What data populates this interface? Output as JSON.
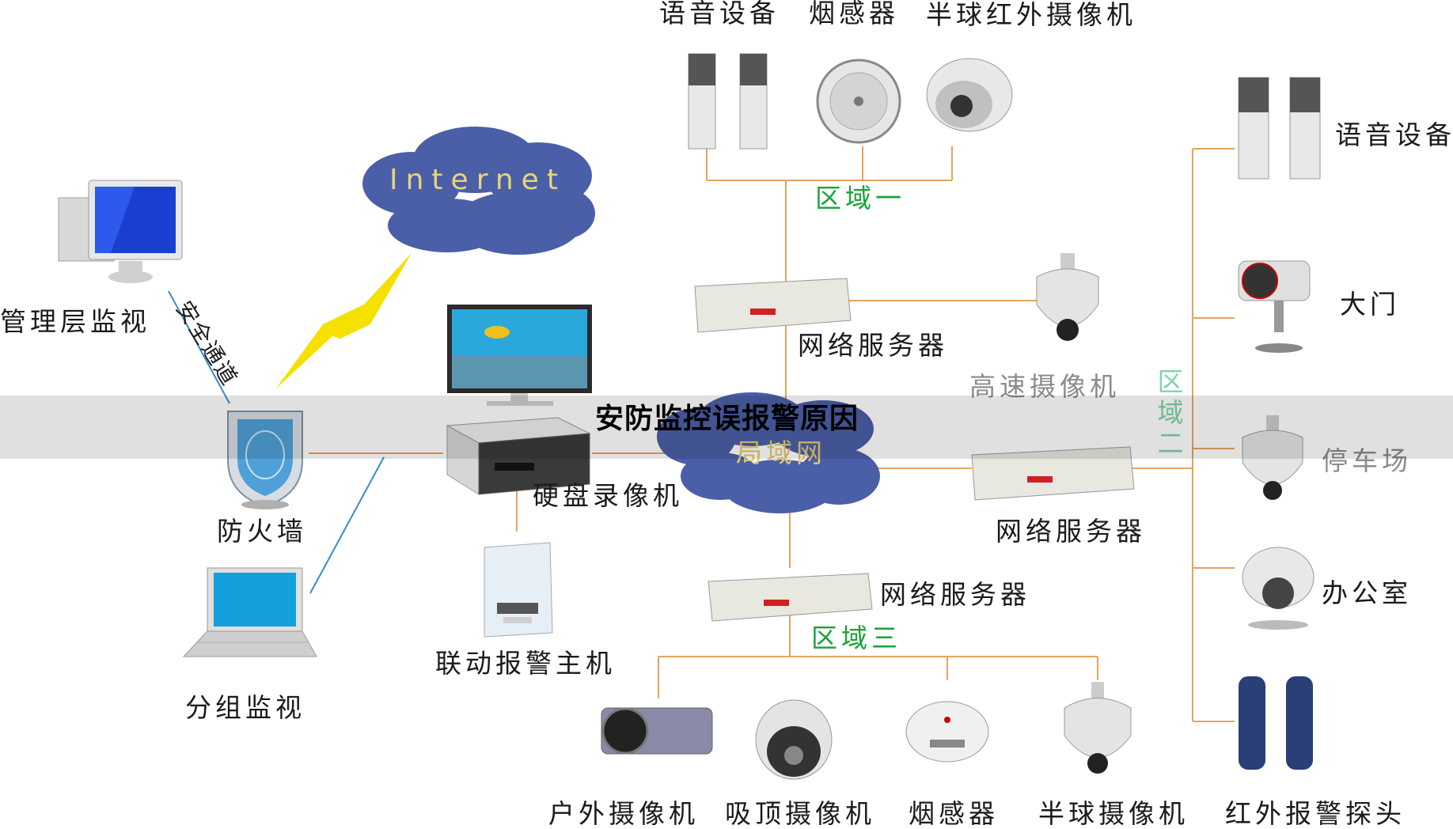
{
  "title": "安防监控误报警原因",
  "internet": "Internet",
  "lan": "局域网",
  "secure_channel": "安全通道",
  "zones": {
    "zone1": "区域一",
    "zone2": "区域二",
    "zone3": "区域三"
  },
  "devices": {
    "management_monitor": "管理层监视",
    "firewall": "防火墙",
    "group_monitor": "分组监视",
    "dvr": "硬盘录像机",
    "alarm_host": "联动报警主机",
    "server_top": "网络服务器",
    "server_right": "网络服务器",
    "server_bottom": "网络服务器",
    "speed_dome": "高速摄像机",
    "z1_audio": "语音设备",
    "z1_smoke": "烟感器",
    "z1_dome_ir": "半球红外摄像机",
    "z2_audio": "语音设备",
    "z2_gate": "大门",
    "z2_parking": "停车场",
    "z2_office": "办公室",
    "z3_outdoor": "户外摄像机",
    "z3_ceiling": "吸顶摄像机",
    "z3_smoke": "烟感器",
    "z3_dome": "半球摄像机",
    "z3_ir_probe": "红外报警探头"
  },
  "colors": {
    "line_orange": "#e8a35c",
    "line_blue": "#3a8cc8",
    "cloud": "#4a5fa8",
    "zone_green": "#1aa23a",
    "bolt": "#f5e000"
  }
}
